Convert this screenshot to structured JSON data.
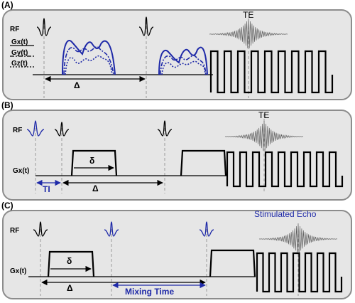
{
  "panels": [
    {
      "letter": "(A)",
      "rf_label": "RF",
      "gradient_labels": [
        "Gx(t)",
        "Gy(t)",
        "Gz(t)"
      ],
      "delta_label": "Δ",
      "te_label": "TE"
    },
    {
      "letter": "(B)",
      "rf_label": "RF",
      "gx_label": "Gx(t)",
      "small_delta_label": "δ",
      "delta_label": "Δ",
      "ti_label": "TI",
      "te_label": "TE"
    },
    {
      "letter": "(C)",
      "rf_label": "RF",
      "gx_label": "Gx(t)",
      "small_delta_label": "δ",
      "delta_label": "Δ",
      "mixing_label": "Mixing Time",
      "echo_label": "Stimulated Echo"
    }
  ],
  "colors": {
    "panel_fill": "#e6e6e6",
    "panel_stroke": "#8c8c8c",
    "accent_blue": "#1f2aa8",
    "guide_gray": "#9a9a9a",
    "echo_gray": "#555555"
  }
}
